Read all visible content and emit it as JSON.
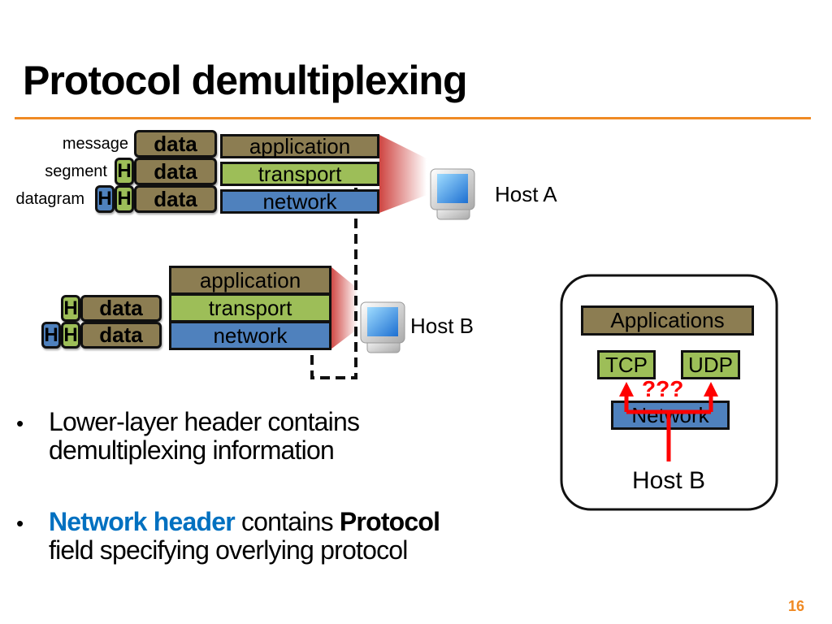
{
  "title": "Protocol demultiplexing",
  "host_a": {
    "labels": [
      "message",
      "segment",
      "datagram"
    ],
    "header_label": "H",
    "data_label": "data",
    "layers": [
      "application",
      "transport",
      "network"
    ],
    "host_name": "Host A"
  },
  "host_b": {
    "header_label": "H",
    "data_label": "data",
    "layers": [
      "application",
      "transport",
      "network"
    ],
    "host_name": "Host B"
  },
  "inset": {
    "applications": "Applications",
    "tcp": "TCP",
    "udp": "UDP",
    "network": "Network",
    "question": "???",
    "host_name": "Host B"
  },
  "bullets": [
    {
      "line1": "Lower-layer header contains",
      "line2": "demultiplexing information"
    },
    {
      "highlight": "Network header",
      "mid": " contains ",
      "bold": "Protocol",
      "line2": "field specifying overlying protocol"
    }
  ],
  "bullet_symbol": "•",
  "page_number": "16",
  "colors": {
    "accent": "#f08a24",
    "application": "#8c7d52",
    "transport": "#9dbe58",
    "network": "#4f81bd",
    "arrow": "#ff0000",
    "highlight": "#0070c0"
  }
}
